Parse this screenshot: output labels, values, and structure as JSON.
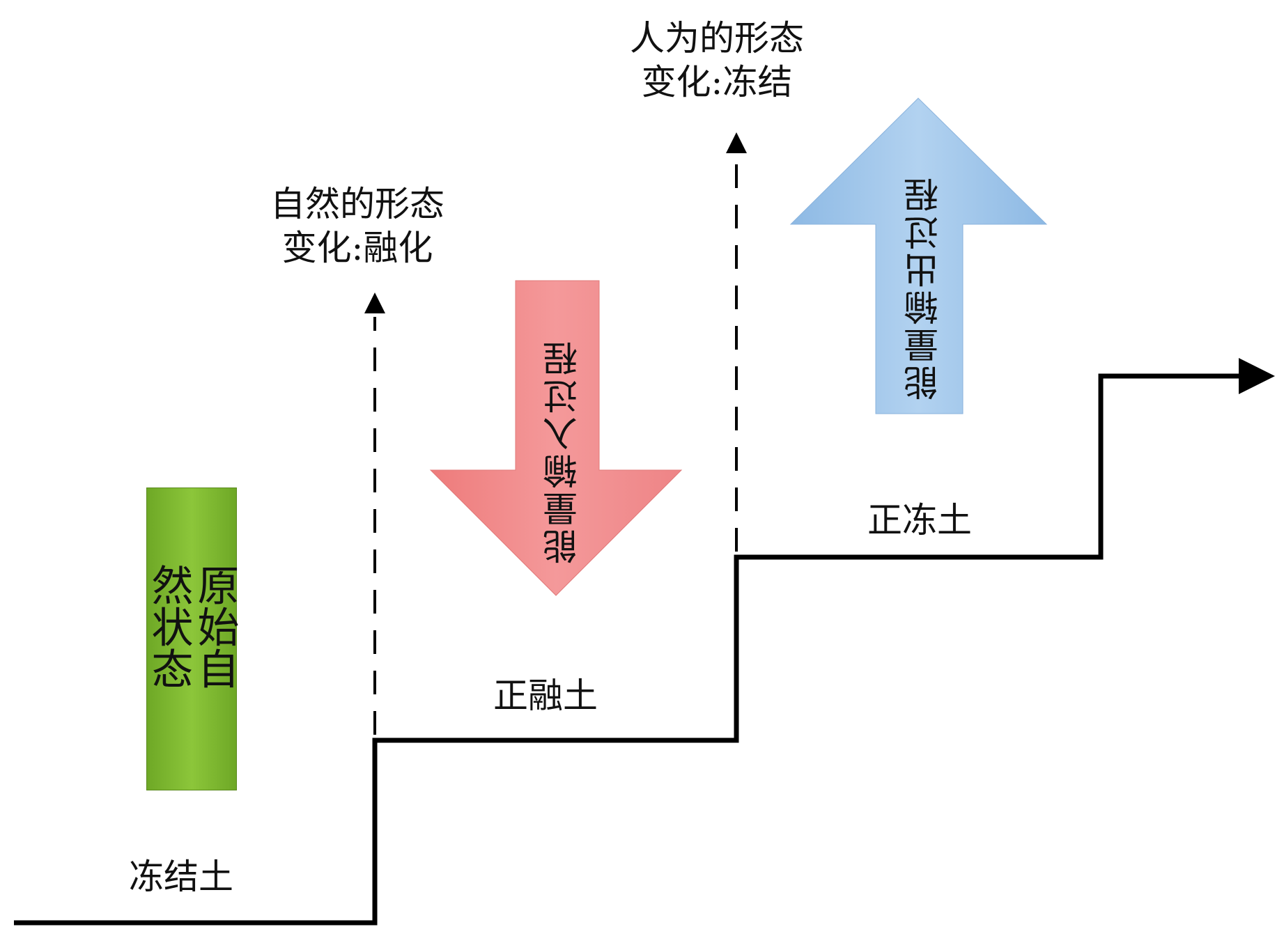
{
  "stages": {
    "frozen": "冻结土",
    "thawed": "正融土",
    "refrozen": "正冻土"
  },
  "natural_state": "原始自然状态",
  "natural_change": {
    "line1": "自然的形态",
    "line2": "变化:融化"
  },
  "artificial_change": {
    "line1": "人为的形态",
    "line2": "变化:冻结"
  },
  "energy_input": "能量输入过程",
  "energy_output": "能量输出过程",
  "colors": {
    "green": "#8cc63a",
    "red": "#f08888",
    "blue": "#9cc4e8",
    "line": "#000000"
  }
}
